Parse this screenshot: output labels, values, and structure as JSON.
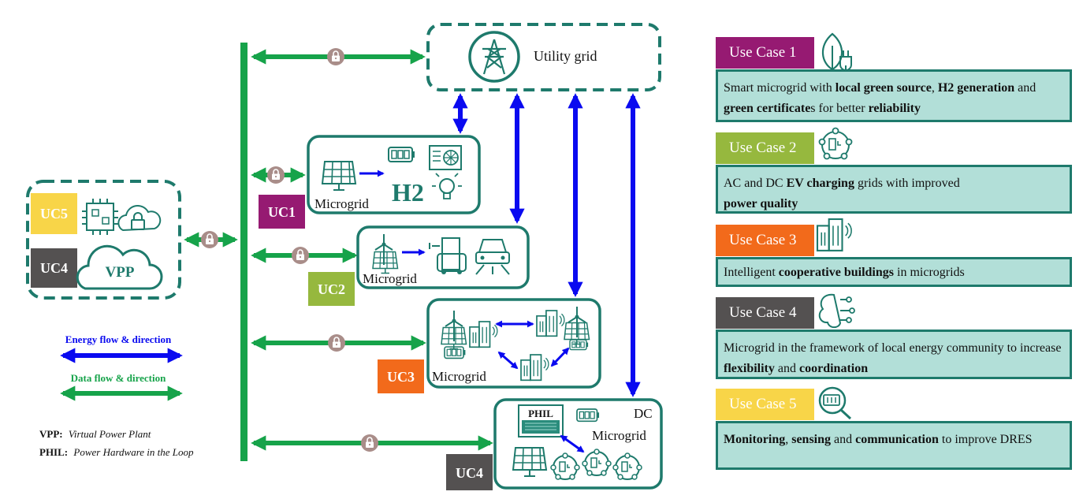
{
  "diagram": {
    "utility_grid": "Utility grid",
    "microgrid_label": "Microgrid",
    "dc_label_line1": "DC",
    "dc_label_line2": "Microgrid",
    "phil_label": "PHIL",
    "h2_label": "H2",
    "vpp_label": "VPP",
    "tags": {
      "uc1": "UC1",
      "uc2": "UC2",
      "uc3": "UC3",
      "uc4": "UC4",
      "uc5": "UC5"
    },
    "legend": {
      "energy": "Energy flow & direction",
      "data": "Data flow & direction"
    },
    "abbrev": {
      "vpp_key": "VPP:",
      "vpp_val": "Virtual Power Plant",
      "phil_key": "PHIL:",
      "phil_val": "Power Hardware in the Loop"
    }
  },
  "use_cases": [
    {
      "title": "Use Case 1",
      "color": "#961a72",
      "segments": [
        {
          "t": "Smart microgrid with ",
          "b": false
        },
        {
          "t": "local green source",
          "b": true
        },
        {
          "t": ", ",
          "b": false
        },
        {
          "t": "H2 generation",
          "b": true
        },
        {
          "t": " and ",
          "b": false
        },
        {
          "t": "green certificate",
          "b": true
        },
        {
          "t": "s for better ",
          "b": false
        },
        {
          "t": "reliability",
          "b": true
        }
      ]
    },
    {
      "title": "Use Case 2",
      "color": "#96b83e",
      "segments": [
        {
          "t": "AC and DC ",
          "b": false
        },
        {
          "t": "EV charging",
          "b": true
        },
        {
          "t": " grids with improved ",
          "b": false
        },
        {
          "br": true
        },
        {
          "t": "power quality",
          "b": true
        }
      ]
    },
    {
      "title": "Use Case 3",
      "color": "#f26a1b",
      "segments": [
        {
          "t": "Intelligent ",
          "b": false
        },
        {
          "t": "cooperative buildings",
          "b": true
        },
        {
          "t": " in microgrids",
          "b": false
        }
      ]
    },
    {
      "title": "Use Case 4",
      "color": "#545151",
      "segments": [
        {
          "t": "Microgrid in the framework of local energy community to increase ",
          "b": false
        },
        {
          "t": "flexibility",
          "b": true
        },
        {
          "t": " and ",
          "b": false
        },
        {
          "t": "coordination",
          "b": true
        }
      ]
    },
    {
      "title": "Use Case 5",
      "color": "#f8d548",
      "segments": [
        {
          "t": "Monitoring",
          "b": true
        },
        {
          "t": ", ",
          "b": false
        },
        {
          "t": "sensing",
          "b": true
        },
        {
          "t": " and ",
          "b": false
        },
        {
          "t": "communication",
          "b": true
        },
        {
          "t": " to improve DRES",
          "b": false
        }
      ]
    }
  ],
  "colors": {
    "teal": "#1e7a6c",
    "energy_blue": "#0a0af0",
    "data_green": "#16a34a",
    "panel_bg": "#b2dfd8"
  },
  "icons": [
    "transmission-tower-icon",
    "solar-panel-icon",
    "battery-icon",
    "hvac-icon",
    "lightbulb-icon",
    "wind-turbine-icon",
    "ev-charger-icon",
    "car-icon",
    "building-icon",
    "lock-icon",
    "cloud-icon",
    "chip-icon",
    "leaf-plug-icon",
    "network-ev-icon",
    "brain-network-icon",
    "magnifier-battery-icon"
  ]
}
